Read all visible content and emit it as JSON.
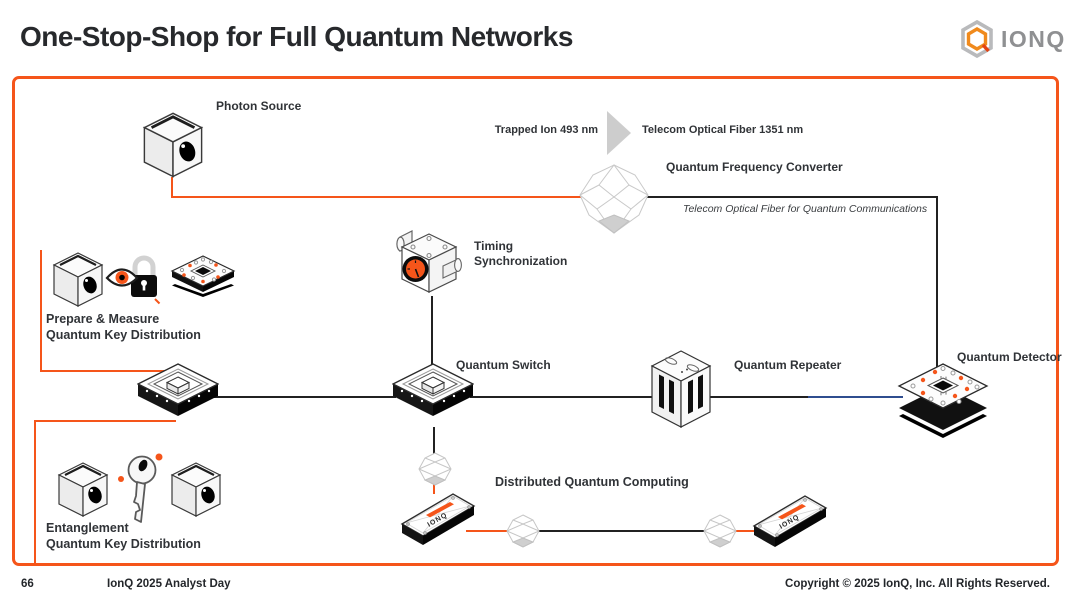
{
  "header": {
    "title": "One-Stop-Shop for Full Quantum Networks",
    "logo_text": "IONQ"
  },
  "colors": {
    "accent_orange": "#F5551A",
    "fiber_blue": "#2F4D8F",
    "line_dark": "#212121",
    "logo_gray": "#8f9092"
  },
  "diagram": {
    "photon_source": {
      "label": "Photon Source"
    },
    "conversion": {
      "from_label": "Trapped Ion 493 nm",
      "to_label": "Telecom Optical Fiber 1351 nm"
    },
    "qfc": {
      "label": "Quantum Frequency Converter",
      "fiber_label": "Telecom Optical Fiber for Quantum Communications"
    },
    "timing": {
      "line1": "Timing",
      "line2": "Synchronization"
    },
    "switch": {
      "label": "Quantum Switch"
    },
    "repeater": {
      "label": "Quantum Repeater"
    },
    "detector": {
      "label": "Quantum Detector"
    },
    "pm_qkd": {
      "line1": "Prepare & Measure",
      "line2": "Quantum Key Distribution"
    },
    "ent_qkd": {
      "line1": "Entanglement",
      "line2": "Quantum Key Distribution"
    },
    "dqc": {
      "label": "Distributed Quantum Computing"
    },
    "device_label": "IONQ"
  },
  "footer": {
    "page_number": "66",
    "event": "IonQ 2025 Analyst Day",
    "copyright": "Copyright © 2025 IonQ, Inc. All Rights Reserved."
  }
}
